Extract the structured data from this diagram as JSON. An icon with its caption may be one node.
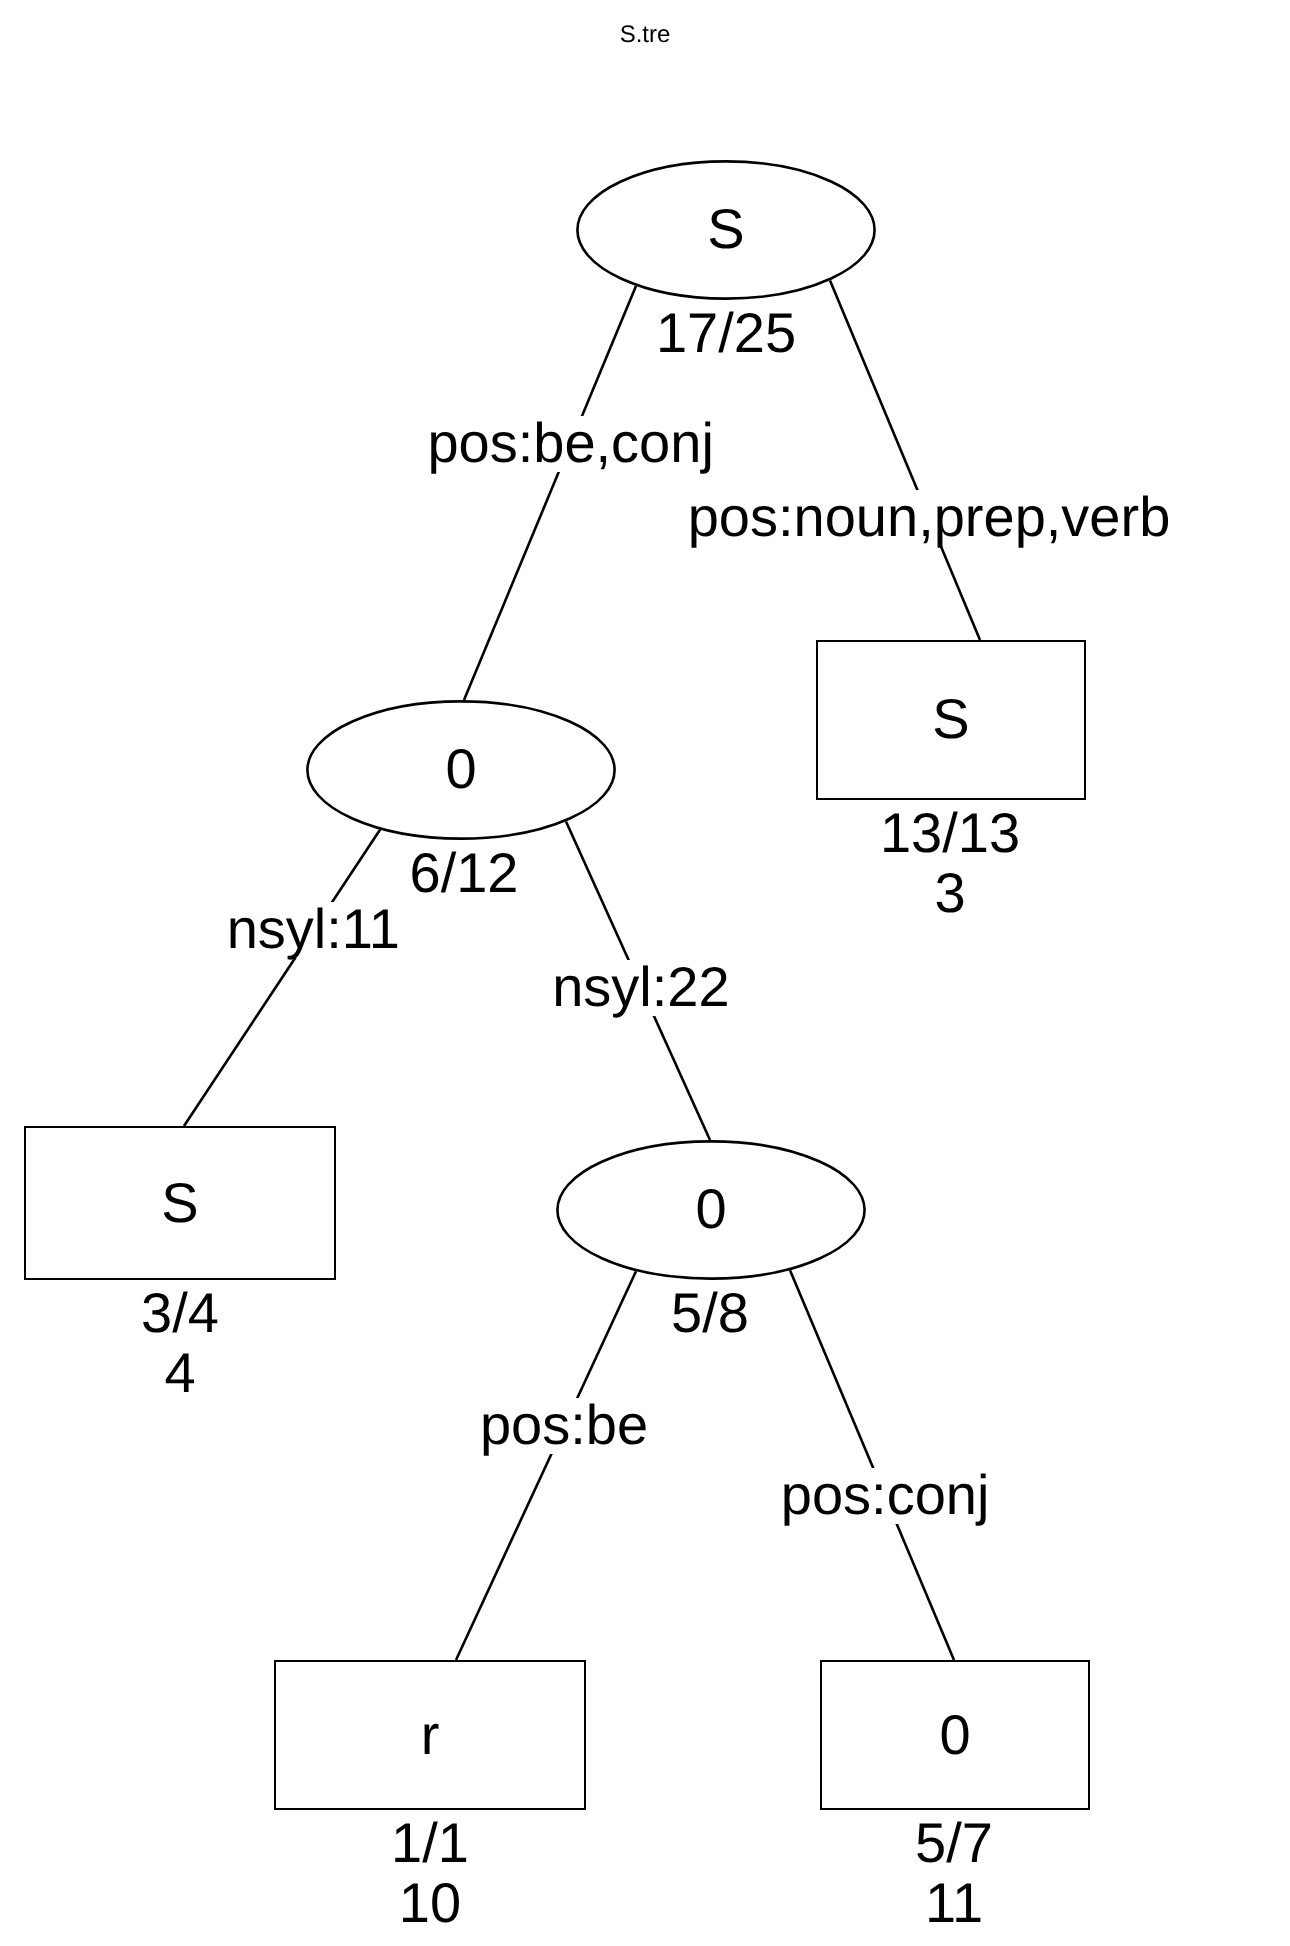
{
  "diagram": {
    "title": "S.tre",
    "nodes": [
      {
        "text": [
          "S"
        ],
        "beside": [
          "17/25"
        ]
      },
      {
        "text": [
          "0"
        ],
        "beside": [
          "6/12"
        ]
      },
      {
        "text": [
          "S"
        ],
        "beside": [
          "13/13",
          "3"
        ]
      },
      {
        "text": [
          "S"
        ],
        "beside": [
          "3/4",
          "4"
        ]
      },
      {
        "text": [
          "0"
        ],
        "beside": [
          "5/8"
        ]
      },
      {
        "text": [
          "r"
        ],
        "beside": [
          "1/1",
          "10"
        ]
      },
      {
        "text": [
          "0"
        ],
        "beside": [
          "5/7",
          "11"
        ]
      }
    ],
    "edges": [
      {
        "from": 0,
        "to": 1,
        "arrow": "none",
        "label": "pos:be,conj"
      },
      {
        "from": 0,
        "to": 2,
        "arrow": "none",
        "label": "pos:noun,prep,verb"
      },
      {
        "from": 1,
        "to": 3,
        "arrow": "none",
        "label": "nsyl:11"
      },
      {
        "from": 1,
        "to": 4,
        "arrow": "none",
        "label": "nsyl:22"
      },
      {
        "from": 4,
        "to": 5,
        "arrow": "none",
        "label": "pos:be"
      },
      {
        "from": 4,
        "to": 6,
        "arrow": "none",
        "label": "pos:conj"
      }
    ]
  }
}
